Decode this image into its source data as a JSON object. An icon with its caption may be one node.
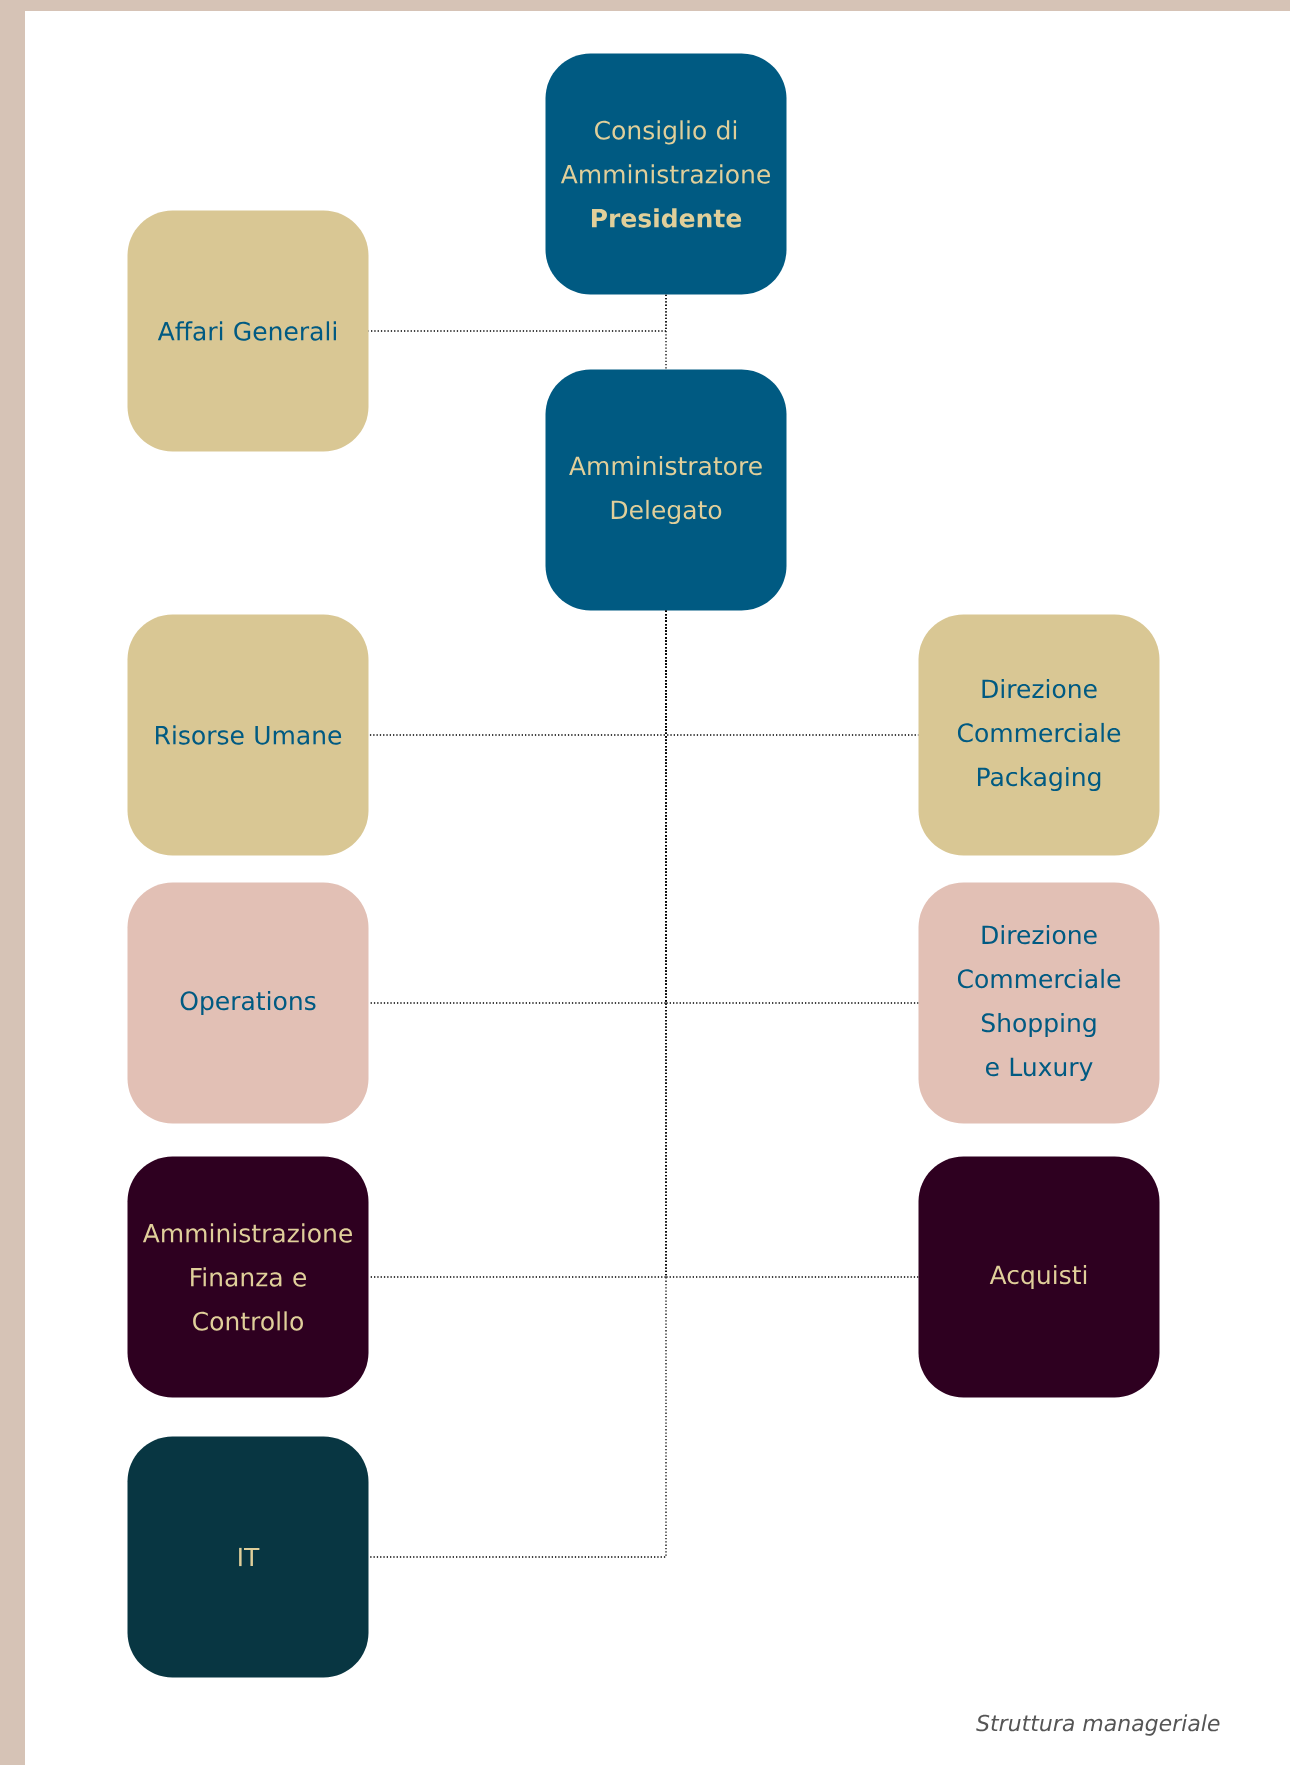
{
  "diagram": {
    "caption": "Struttura manageriale",
    "nodes": [
      {
        "text": [
          "Consiglio di Amministrazione",
          "Presidente"
        ]
      },
      {
        "text": [
          "Affari Generali"
        ]
      },
      {
        "text": [
          "Amministratore Delegato"
        ]
      },
      {
        "text": [
          "Risorse Umane"
        ]
      },
      {
        "text": [
          "Direzione Commerciale Packaging"
        ]
      },
      {
        "text": [
          "Operations"
        ]
      },
      {
        "text": [
          "Direzione Commerciale Shopping e Luxury"
        ]
      },
      {
        "text": [
          "Amministrazione Finanza e Controllo"
        ]
      },
      {
        "text": [
          "Acquisti"
        ]
      },
      {
        "text": [
          "IT"
        ]
      }
    ],
    "edges": [
      {
        "from": 0,
        "to": 1,
        "arrow": "none"
      },
      {
        "from": 0,
        "to": 2,
        "arrow": "none"
      },
      {
        "from": 2,
        "to": 3,
        "arrow": "none"
      },
      {
        "from": 2,
        "to": 4,
        "arrow": "none"
      },
      {
        "from": 2,
        "to": 5,
        "arrow": "none"
      },
      {
        "from": 2,
        "to": 6,
        "arrow": "none"
      },
      {
        "from": 2,
        "to": 7,
        "arrow": "none"
      },
      {
        "from": 2,
        "to": 8,
        "arrow": "none"
      },
      {
        "from": 2,
        "to": 9,
        "arrow": "none"
      }
    ]
  }
}
